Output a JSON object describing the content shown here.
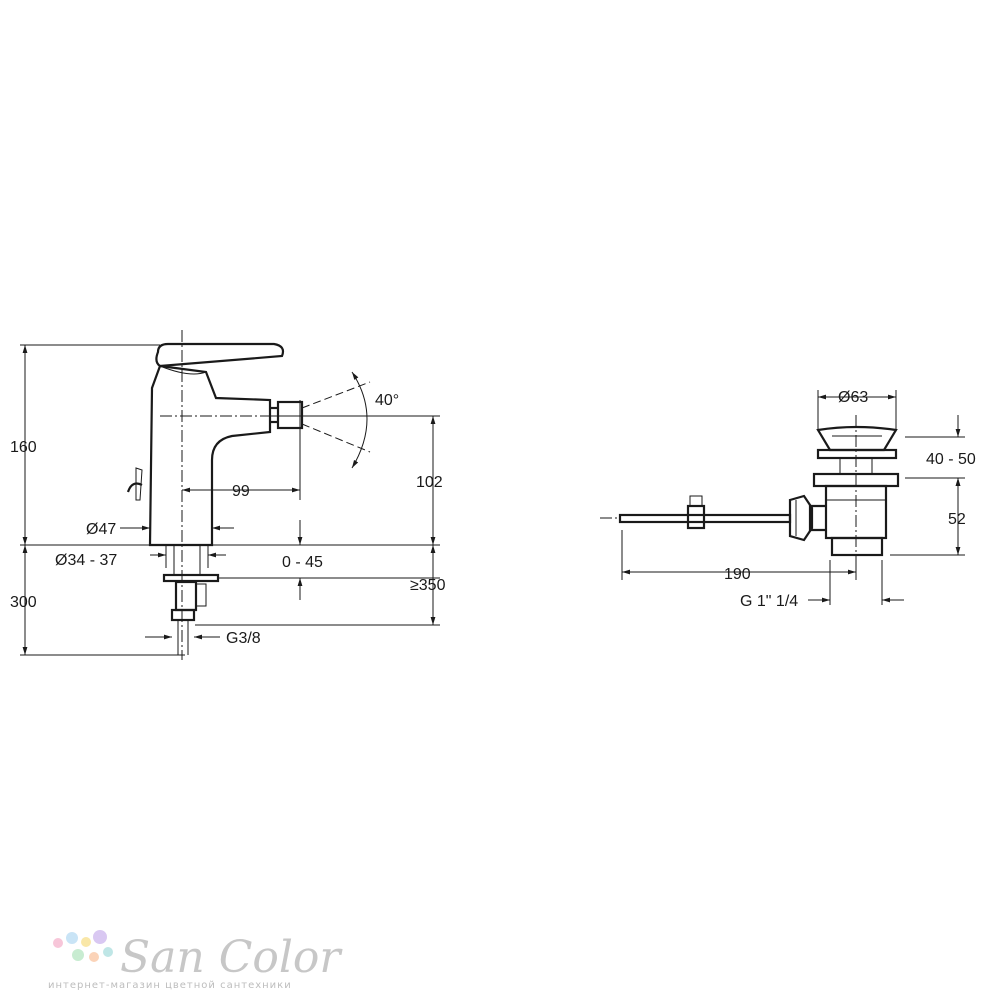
{
  "mixer": {
    "height_label": "160",
    "below_label": "300",
    "spout_label": "99",
    "angle_label": "40°",
    "spray_height_label": "102",
    "body_diameter_label": "Ø47",
    "hole_diameter_label": "Ø34 - 37",
    "deck_thickness_label": "0 - 45",
    "min_length_label": "≥350",
    "connection_label": "G3/8"
  },
  "waste": {
    "diameter_label": "Ø63",
    "range_label": "40 - 50",
    "height_label": "52",
    "rod_length_label": "190",
    "thread_label": "G 1\" 1/4"
  },
  "watermark": {
    "brand": "San Color",
    "tagline": "интернет-магазин цветной сантехники",
    "dot_colors": [
      "#f7c6d9",
      "#c9e4f6",
      "#f9e7a8",
      "#d9c8f2",
      "#c8ecd1",
      "#fbd3b8",
      "#bfe6e6"
    ]
  }
}
